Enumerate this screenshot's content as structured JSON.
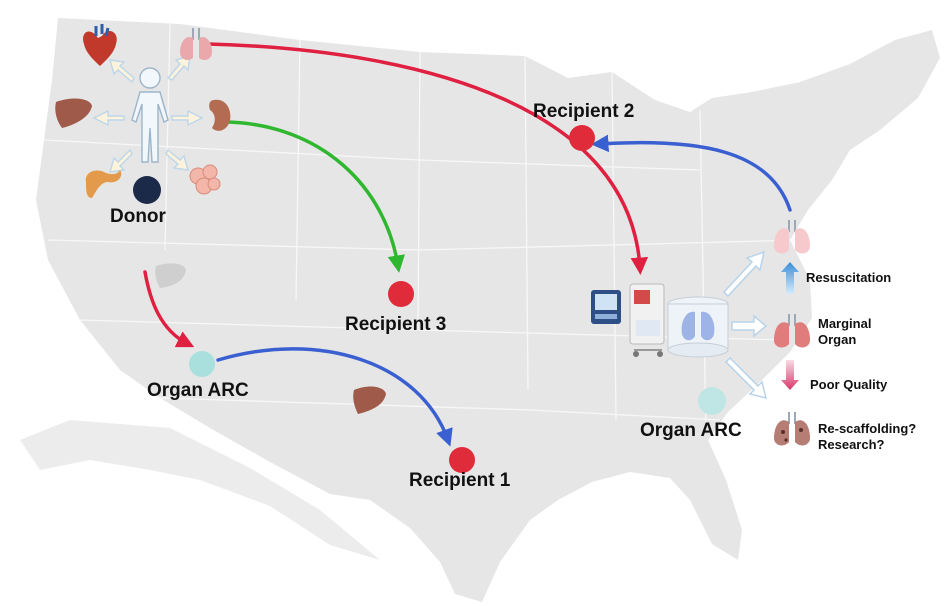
{
  "labels": {
    "donor": "Donor",
    "recipient1": "Recipient 1",
    "recipient2": "Recipient 2",
    "recipient3": "Recipient 3",
    "organ_arc_west": "Organ ARC",
    "organ_arc_east": "Organ ARC",
    "resuscitation": "Resuscitation",
    "marginal_organ_1": "Marginal",
    "marginal_organ_2": "Organ",
    "poor_quality": "Poor Quality",
    "rescaffold_1": "Re-scaffolding?",
    "rescaffold_2": "Research?"
  },
  "colors": {
    "map": "#e6e6e6",
    "map_border": "#f7f7f7",
    "recipient": "#e02b3a",
    "donor": "#1c2a4a",
    "organ_arc": "#a9e0de",
    "arrow_red": "#e02040",
    "arrow_green": "#2fb82f",
    "arrow_blue": "#3a5fd0",
    "outline_arrow": "#b7d3ea",
    "lung": "#eaa8ad",
    "liver": "#a05a4a",
    "kidney": "#b36b52",
    "heart": "#c0392b",
    "pancreas": "#e39b4b",
    "intestine": "#f2b7a9"
  },
  "icons": [
    "human-body-icon",
    "heart-icon",
    "lung-icon",
    "liver-icon",
    "kidney-icon",
    "pancreas-icon",
    "intestine-icon",
    "perfusion-device-icon",
    "monitor-icon",
    "perfusion-chamber-icon",
    "damaged-lung-icon"
  ]
}
